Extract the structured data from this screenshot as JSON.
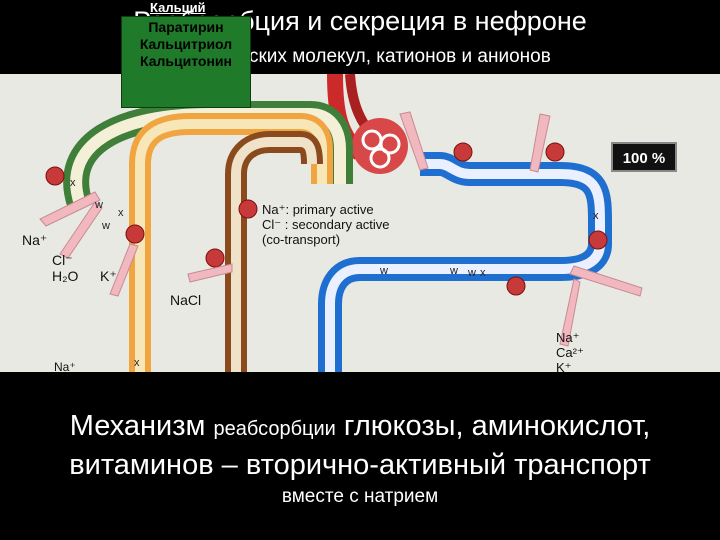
{
  "title": "Реабсорбция и секреция в нефроне",
  "subtitle": "органических молекул, катионов и анионов",
  "hormones": {
    "heading": "Кальций",
    "items": [
      "Паратирин",
      "Кальцитриол",
      "Кальцитонин"
    ]
  },
  "percent_badge": "100 %",
  "diagram": {
    "legend": {
      "primary": "Na⁺: primary active",
      "secondary": "Cl⁻ : secondary active",
      "cotransport": "(co-transport)"
    },
    "ions_left": "Na⁺",
    "ions_cl": "Cl⁻",
    "ions_h2o": "H₂O",
    "ions_k": "K⁺",
    "nacl": "NaCl",
    "ions_right_na": "Na⁺",
    "ions_right_ca": "Ca²⁺",
    "ions_right_k": "K⁺",
    "ions_bottom_na": "Na⁺",
    "marks": [
      "x",
      "w",
      "x",
      "w",
      "w",
      "x",
      "w",
      "x",
      "w",
      "x"
    ]
  },
  "bottom_text": {
    "line1_main_a": "Механизм ",
    "line1_small": "реабсорбции",
    "line1_main_b": " глюкозы, аминокислот,",
    "line2": "витаминов – вторично-активный транспорт",
    "line3": "вместе с натрием"
  },
  "colors": {
    "tubule_blue": "#1e6fd0",
    "tubule_green": "#3f7f3a",
    "tubule_brown": "#8b4a1e",
    "tubule_orange": "#f0a540",
    "vessel_red": "#cc2a2a",
    "hormone_box": "#1f7a2a",
    "pump": "#c83a3a"
  }
}
